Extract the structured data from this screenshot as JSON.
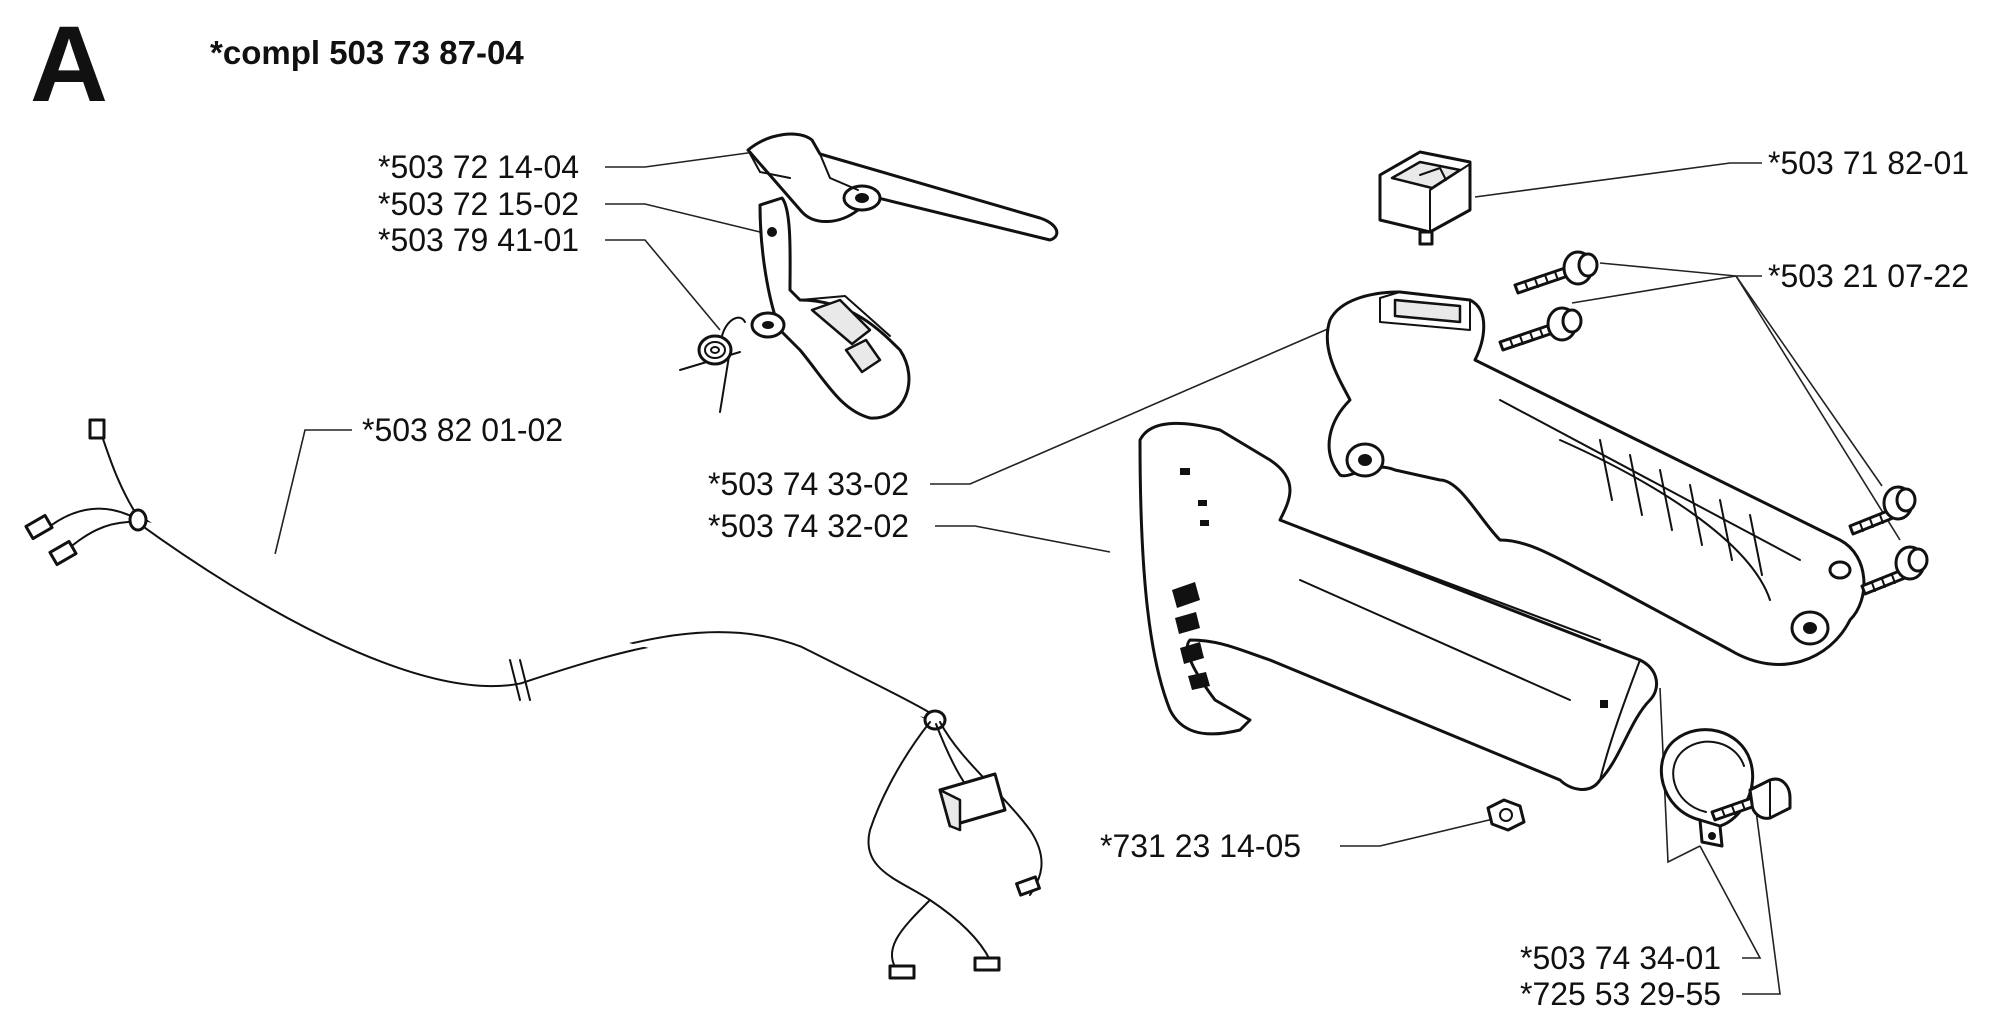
{
  "section": "A",
  "assembly": "*compl 503 73 87-04",
  "parts": [
    {
      "id": "lever",
      "number": "*503 72 14-04"
    },
    {
      "id": "trigger",
      "number": "*503 72 15-02"
    },
    {
      "id": "spring",
      "number": "*503 79 41-01"
    },
    {
      "id": "cable",
      "number": "*503 82 01-02"
    },
    {
      "id": "handle-half-rear",
      "number": "*503 74 33-02"
    },
    {
      "id": "handle-half-front",
      "number": "*503 74 32-02"
    },
    {
      "id": "switch",
      "number": "*503 71 82-01"
    },
    {
      "id": "screws",
      "number": "*503 21 07-22"
    },
    {
      "id": "nut",
      "number": "*731 23 14-05"
    },
    {
      "id": "clamp",
      "number": "*503 74 34-01"
    },
    {
      "id": "clamp-screw",
      "number": "*725 53 29-55"
    }
  ]
}
